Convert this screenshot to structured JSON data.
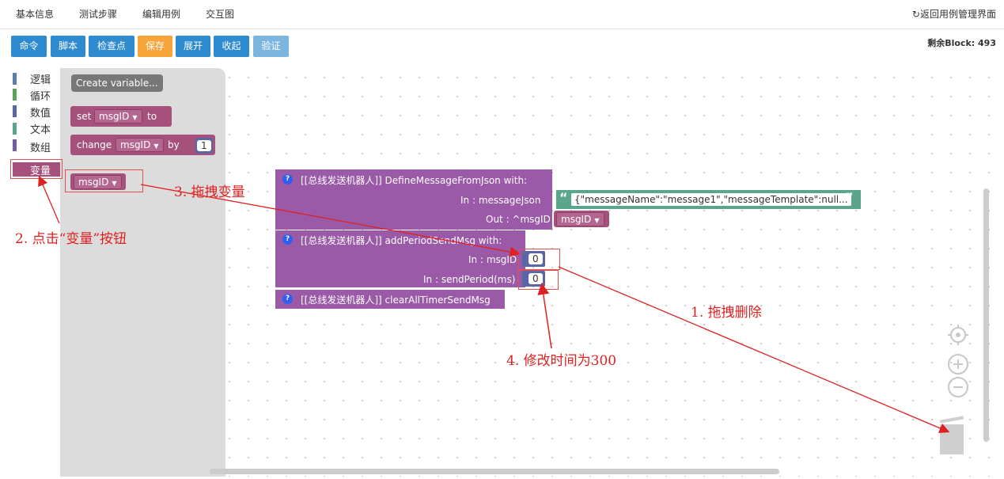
{
  "tabs": [
    "基本信息",
    "测试步骤",
    "编辑用例",
    "交互图"
  ],
  "back_link": "返回用例管理界面",
  "toolbar": {
    "buttons": [
      "命令",
      "脚本",
      "检查点",
      "保存",
      "展开",
      "收起",
      "验证"
    ]
  },
  "remaining_blocks": "剩余Block: 493",
  "categories": [
    {
      "label": "逻辑",
      "color": "#5b80a5"
    },
    {
      "label": "循环",
      "color": "#5ba55b"
    },
    {
      "label": "数值",
      "color": "#5b67a5"
    },
    {
      "label": "文本",
      "color": "#5ba58c"
    },
    {
      "label": "数组",
      "color": "#745ba5"
    },
    {
      "label": "变量",
      "color": "#a5517b"
    }
  ],
  "flyout": {
    "create_variable": "Create variable...",
    "set_label": "set",
    "to_label": "to",
    "change_label": "change",
    "by_label": "by",
    "by_value": "1",
    "var_name": "msgID"
  },
  "blocks": {
    "define": {
      "title": "[[总线发送机器人]] DefineMessageFromJson with:",
      "in_label": "In : messageJson",
      "json_value": "{\"messageName\":\"message1\",\"messageTemplate\":null...",
      "out_label": "Out : ^msgID",
      "out_var": "msgID"
    },
    "add_period": {
      "title": "[[总线发送机器人]] addPeriodSendMsg with:",
      "in1_label": "In : msgID",
      "in1_value": "0",
      "in2_label": "In : sendPeriod(ms)",
      "in2_value": "0"
    },
    "clear": {
      "title": "[[总线发送机器人]] clearAllTimerSendMsg"
    },
    "dragged_var": "msgID"
  },
  "annotations": {
    "step1": "1. 拖拽删除",
    "step2": "2. 点击“变量”按钮",
    "step3": "3. 拖拽变量",
    "step4": "4. 修改时间为300"
  },
  "colors": {
    "accent_blue": "#2e8bd0",
    "save_orange": "#f7a53b",
    "procedure_purple": "#9a5aa8",
    "variable_pink": "#a5517b",
    "annotation_red": "#e02020"
  },
  "icons": {
    "question": "?",
    "quote_open": "“",
    "quote_close": "”",
    "dropdown": "▼",
    "back": "↻"
  }
}
